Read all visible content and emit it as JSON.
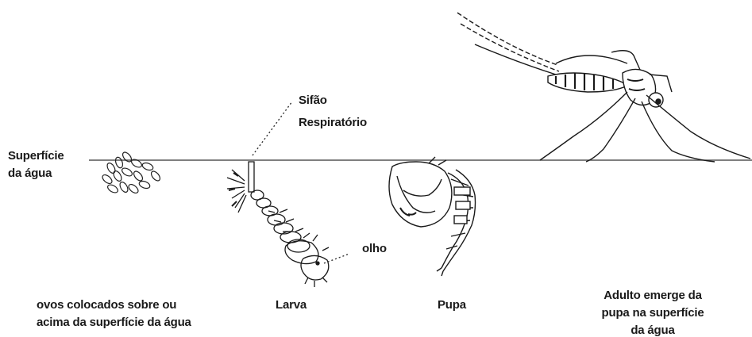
{
  "labels": {
    "water_surface_line1": "Superfície",
    "water_surface_line2": "da água",
    "siphon_line1": "Sifão",
    "siphon_line2": "Respiratório",
    "eye": "olho",
    "eggs_line1": "ovos colocados sobre ou",
    "eggs_line2": "acima da superfície da água",
    "larva": "Larva",
    "pupa": "Pupa",
    "adult_line1": "Adulto emerge da",
    "adult_line2": "pupa na superfície",
    "adult_line3": "da água"
  },
  "colors": {
    "ink": "#1a1a1a",
    "water_line": "#555555",
    "background": "#ffffff"
  }
}
